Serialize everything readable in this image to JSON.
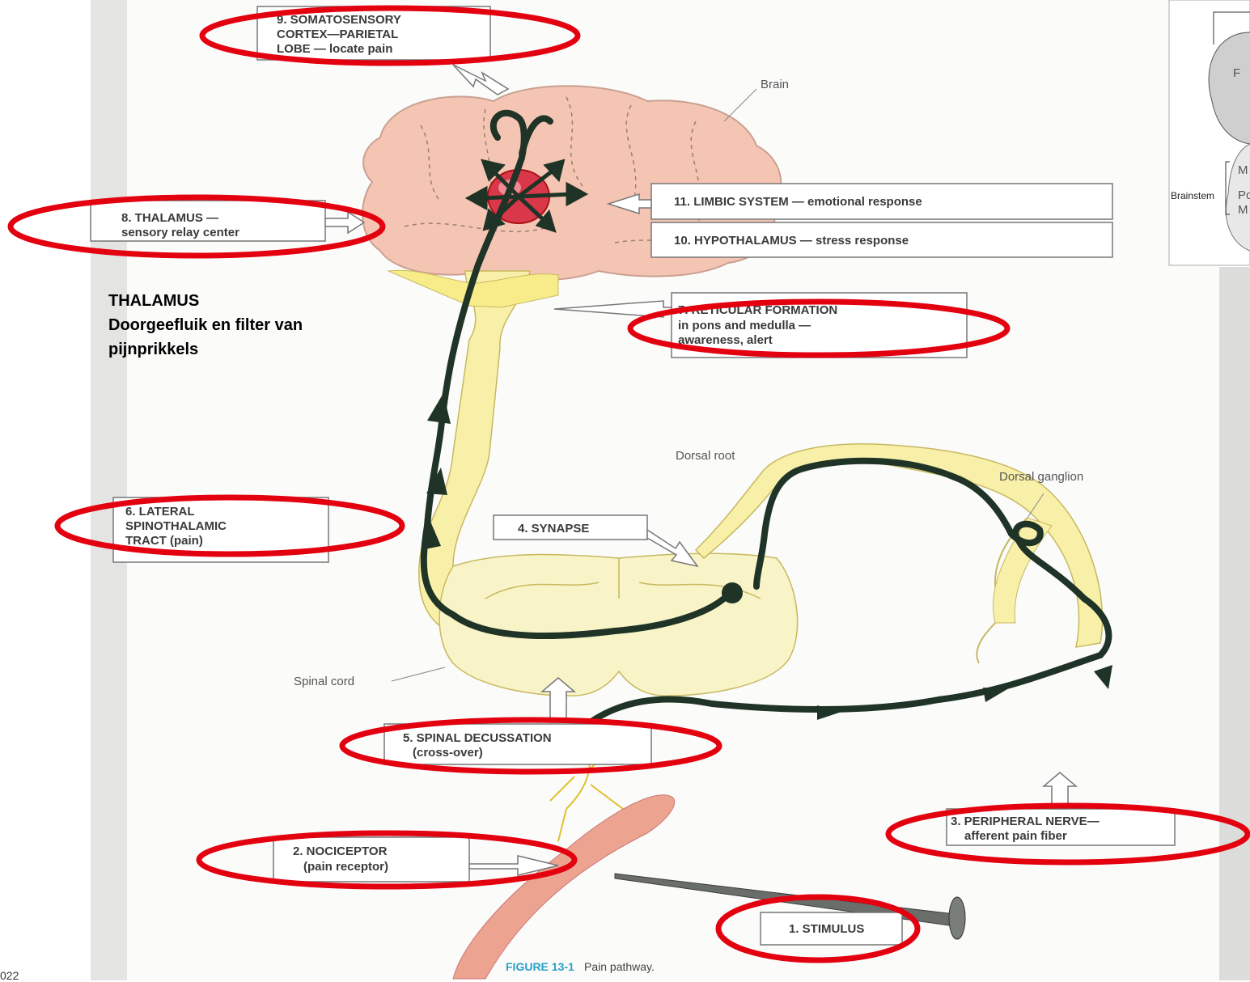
{
  "labels": {
    "somatosensory": [
      "9. SOMATOSENSORY",
      "CORTEX—PARIETAL",
      "LOBE — locate pain"
    ],
    "brain": "Brain",
    "limbic": "11. LIMBIC SYSTEM — emotional response",
    "hypothalamus": "10. HYPOTHALAMUS — stress response",
    "thalamus": [
      "8. THALAMUS —",
      "sensory relay center"
    ],
    "reticular": [
      "7. RETICULAR FORMATION",
      "in pons and medulla —",
      "awareness, alert"
    ],
    "dorsal_root": "Dorsal root",
    "dorsal_ganglion": "Dorsal ganglion",
    "lateral": [
      "6. LATERAL",
      "SPINOTHALAMIC",
      "TRACT (pain)"
    ],
    "synapse": "4. SYNAPSE",
    "spinal_cord": "Spinal cord",
    "decussation": [
      "5. SPINAL DECUSSATION",
      "(cross-over)"
    ],
    "peripheral": [
      "3. PERIPHERAL NERVE—",
      "afferent pain fiber"
    ],
    "nociceptor": [
      "2. NOCICEPTOR",
      "(pain receptor)"
    ],
    "stimulus": "1. STIMULUS",
    "figure_caption_bold": "FIGURE 13-1",
    "figure_caption": "Pain pathway.",
    "brainstem": "Brainstem"
  },
  "note": {
    "line1": "THALAMUS",
    "line2": "Doorgeefluik en filter van",
    "line3": "pijnprikkels"
  },
  "page_number": "022",
  "colors": {
    "highlight_ellipse": "#e3000f",
    "brain_fill": "#f7c9b8",
    "cord_fill": "#f8f0a8",
    "pathway": "#1f3326"
  }
}
